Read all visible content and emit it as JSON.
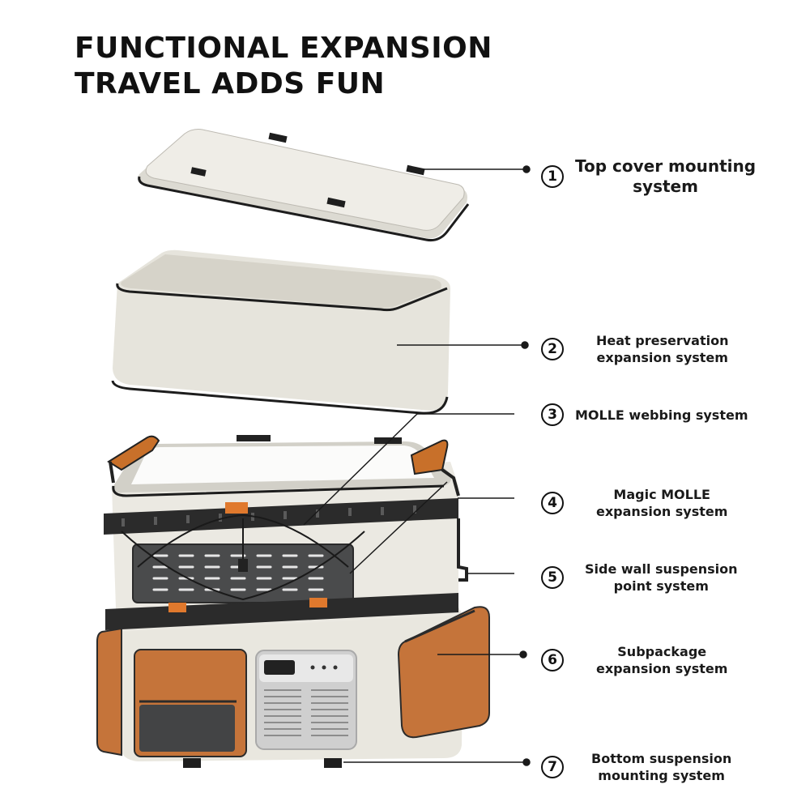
{
  "headline": {
    "line1": "FUNCTIONAL EXPANSION",
    "line2": "TRAVEL ADDS FUN"
  },
  "colors": {
    "accent": "#c8702a",
    "shell": "#ecebe5",
    "strap": "#2b2b2b",
    "text": "#111111"
  },
  "callouts": [
    {
      "num": "1",
      "lines": [
        "Top cover mounting",
        "system"
      ]
    },
    {
      "num": "2",
      "lines": [
        "Heat preservation",
        "expansion system"
      ]
    },
    {
      "num": "3",
      "lines": [
        "MOLLE webbing system"
      ]
    },
    {
      "num": "4",
      "lines": [
        "Magic MOLLE",
        "expansion system"
      ]
    },
    {
      "num": "5",
      "lines": [
        "Side wall suspension",
        "point system"
      ]
    },
    {
      "num": "6",
      "lines": [
        "Subpackage",
        "expansion system"
      ]
    },
    {
      "num": "7",
      "lines": [
        "Bottom suspension",
        "mounting system"
      ]
    }
  ]
}
